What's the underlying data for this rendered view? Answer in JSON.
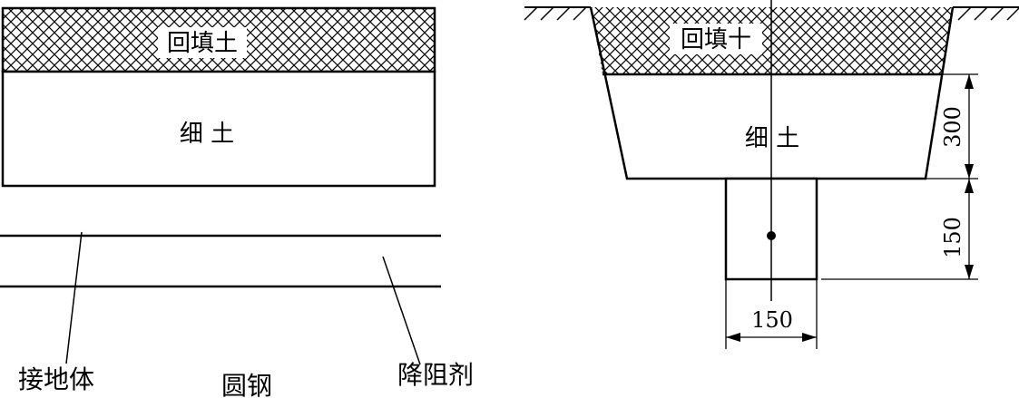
{
  "left_figure": {
    "backfill_label": "回填土",
    "fine_soil_label": "细 土",
    "ground_body_label": "接地体",
    "round_steel_label": "圆钢",
    "resistance_agent_label": "降阻剂"
  },
  "right_figure": {
    "backfill_label": "回填十",
    "fine_soil_label": "细 土",
    "dim_top_label": "300",
    "dim_bottom_label": "150",
    "dim_width_label": "150"
  },
  "colors": {
    "stroke": "#000000",
    "background": "#ffffff"
  }
}
